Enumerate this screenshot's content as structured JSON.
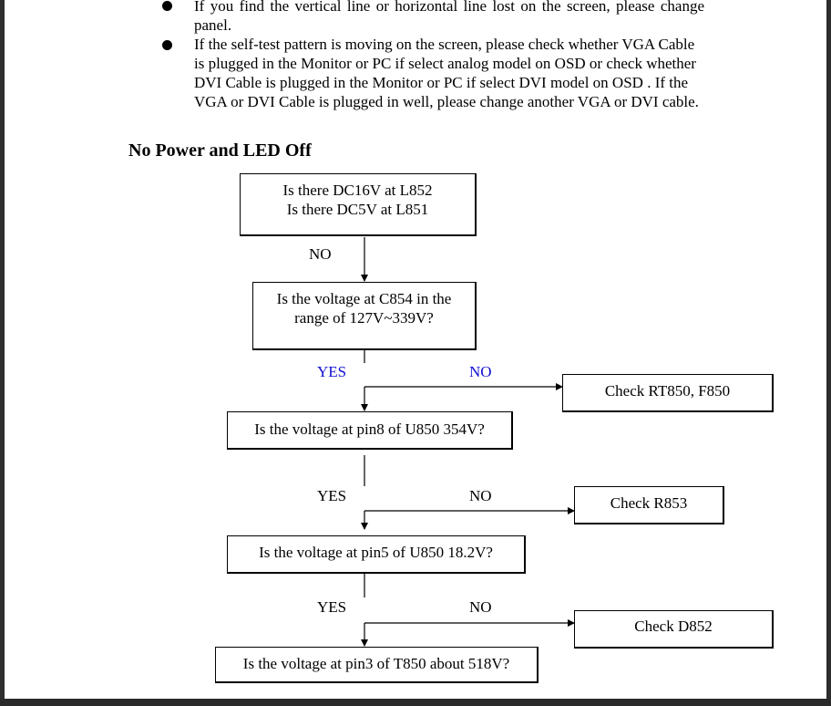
{
  "bullets": [
    "If you find the vertical line or horizontal line lost on the screen, please change panel.",
    "If the self-test pattern is moving on the screen, please check whether VGA Cable is plugged in the Monitor or PC if select analog model on OSD or check whether DVI Cable is plugged in the Monitor or PC if select DVI model on OSD . If the VGA or DVI Cable is plugged in well, please change another VGA or DVI cable."
  ],
  "heading": "No Power and LED Off",
  "flowchart": {
    "q1": {
      "line1": "Is there DC16V at L852",
      "line2": "Is there DC5V at L851"
    },
    "q1_no": "NO",
    "q2": {
      "line1": "Is the voltage at C854 in the",
      "line2": "range of 127V~339V?"
    },
    "q2_yes": "YES",
    "q2_no": "NO",
    "action_rt850": "Check RT850, F850",
    "q3": "Is the voltage at pin8 of U850 354V?",
    "q3_yes": "YES",
    "q3_no": "NO",
    "action_r853": "Check R853",
    "q4": "Is the voltage at pin5 of U850 18.2V?",
    "q4_yes": "YES",
    "q4_no": "NO",
    "action_d852": "Check D852",
    "q5": "Is the voltage at pin3 of T850 about 518V?"
  },
  "colors": {
    "yes_no_highlight": "#1010d0",
    "text": "#000000",
    "page": "#ffffff",
    "frame": "#2e2e2e"
  }
}
